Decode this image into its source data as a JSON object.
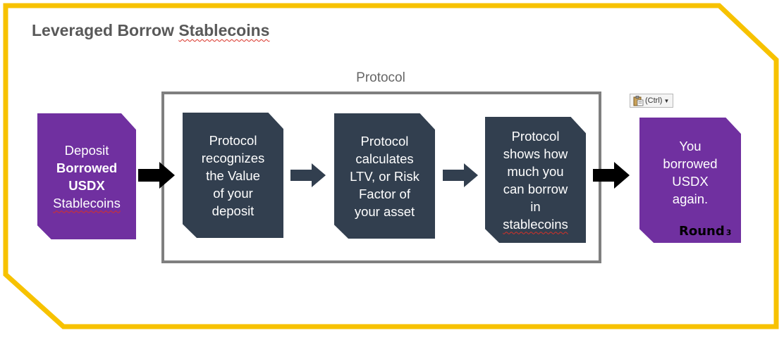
{
  "title": {
    "prefix": "Leveraged Borrow ",
    "underlined": "Stablecoins"
  },
  "protocol_label": "Protocol",
  "left_card": {
    "line1": "Deposit",
    "line2": "Borrowed",
    "line3": "USDX",
    "line4": "Stablecoins"
  },
  "steps": [
    {
      "lines": [
        "Protocol",
        "recognizes",
        "the Value",
        "of your",
        "deposit"
      ]
    },
    {
      "lines": [
        "Protocol",
        "calculates",
        "LTV, or Risk",
        "Factor of",
        "your asset"
      ]
    },
    {
      "lines": [
        "Protocol",
        "shows how",
        "much you",
        "can borrow",
        "in",
        "stablecoins"
      ]
    }
  ],
  "right_card": {
    "lines": [
      "You",
      "borrowed",
      "USDX",
      "again."
    ]
  },
  "round": {
    "label": "Round",
    "number": "3"
  },
  "paste_options": {
    "label": "(Ctrl)",
    "icon": "clipboard-icon"
  },
  "colors": {
    "frame": "#f7c200",
    "purple": "#7030a0",
    "dark_card": "#323f4f",
    "protocol_border": "#7f7f7f",
    "big_arrow": "#000000",
    "small_arrow": "#323f4f"
  }
}
